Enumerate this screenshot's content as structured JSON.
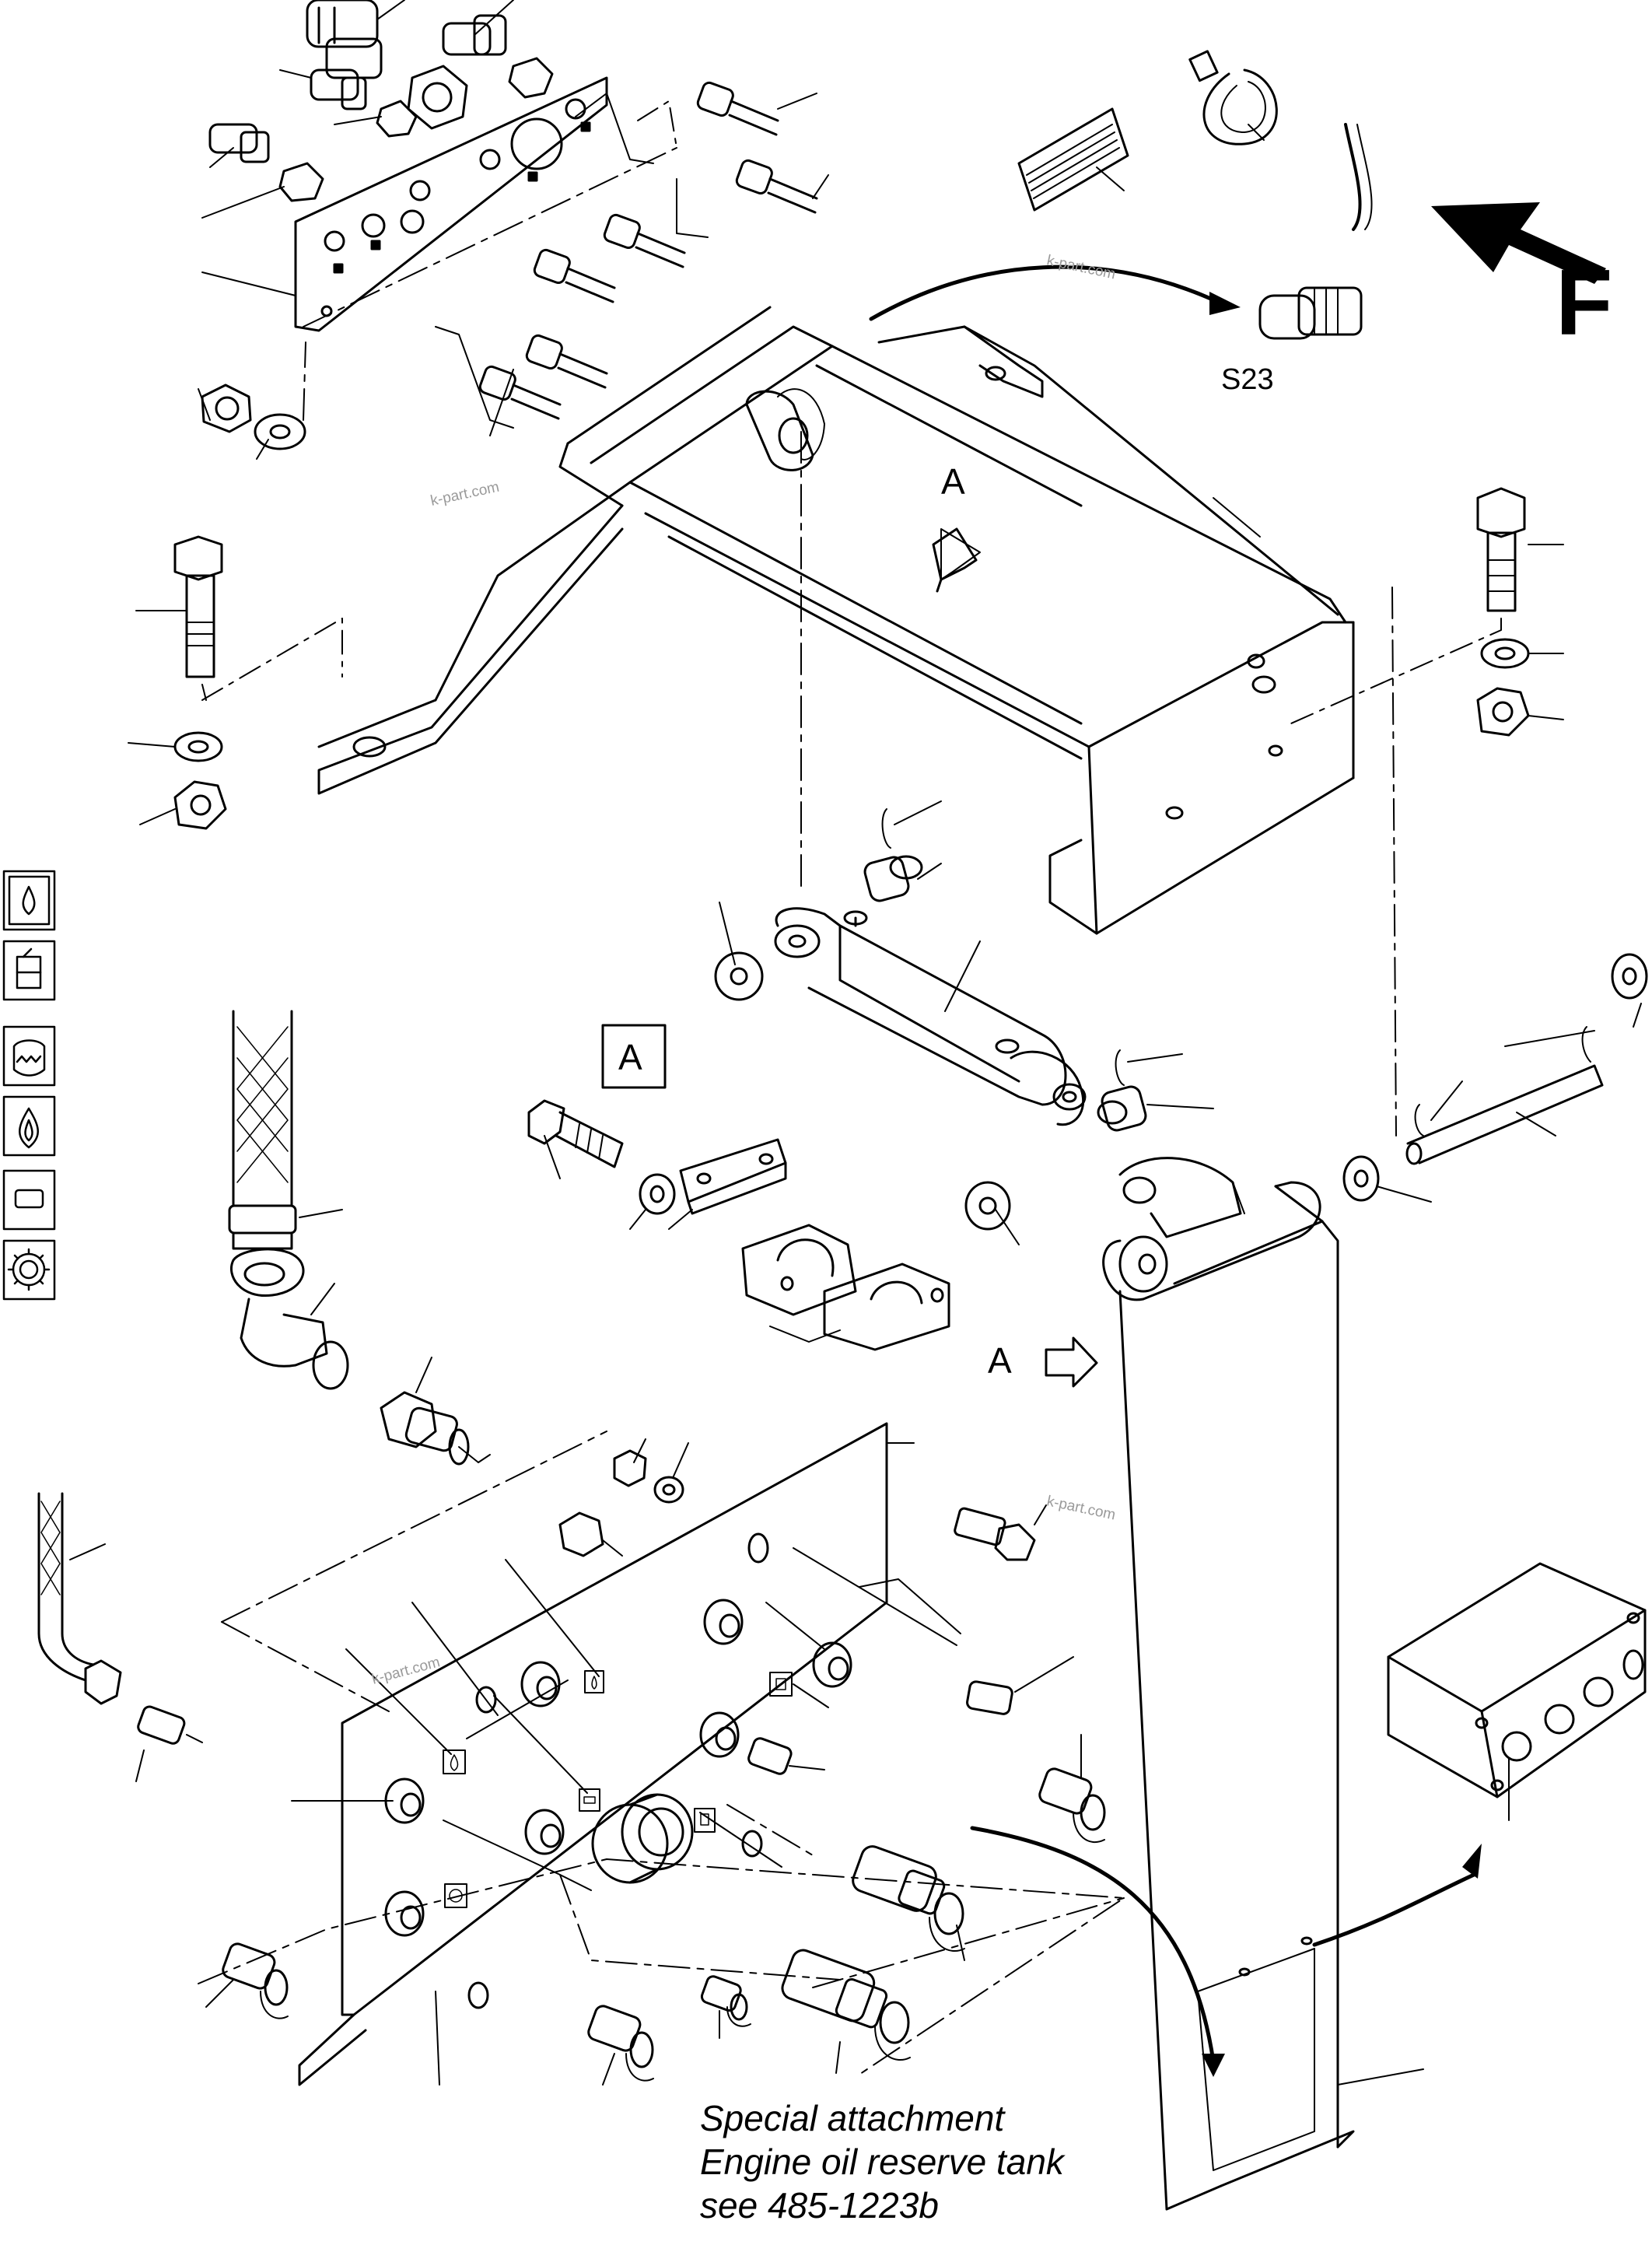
{
  "callouts": {
    "sensor": "S23",
    "view_marker_top": "A",
    "view_marker_boxed": "A",
    "view_marker_arm": "A",
    "direction": "F"
  },
  "watermarks": [
    "k-part.com",
    "k-part.com",
    "k-part.com",
    "k-part.com"
  ],
  "caption": {
    "line1": "Special attachment",
    "line2": "Engine oil reserve tank",
    "line3": "see 485-1223b"
  },
  "legend_icons": [
    "oil-drop-icon",
    "fuel-can-icon",
    "coolant-icon",
    "water-drop-icon",
    "slot-icon",
    "gear-icon"
  ]
}
